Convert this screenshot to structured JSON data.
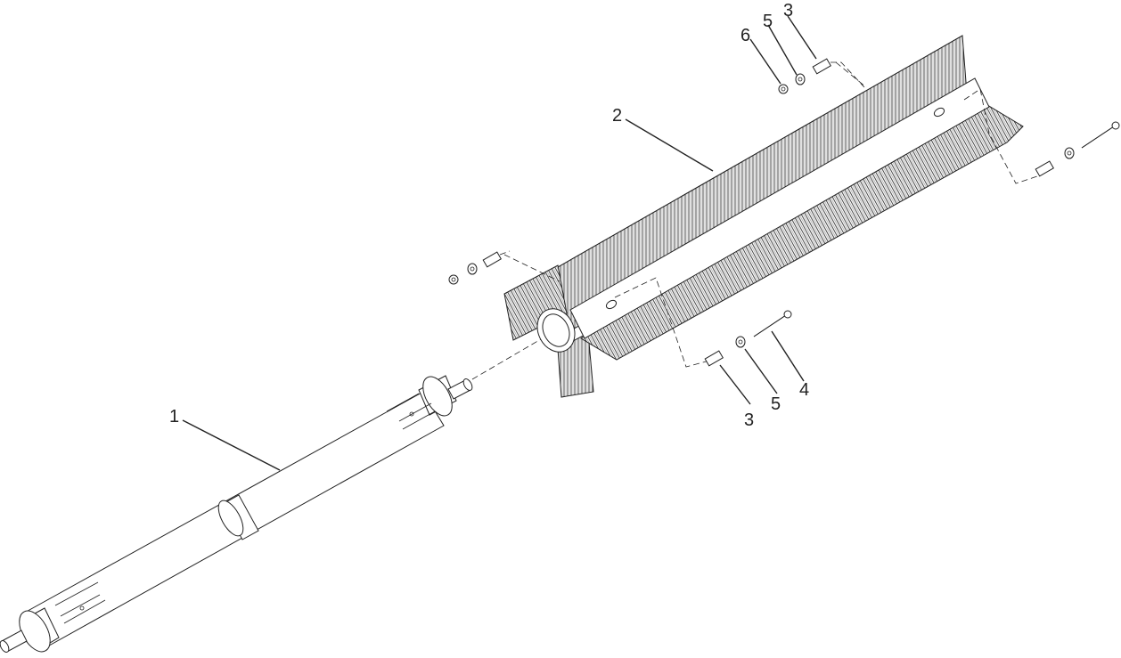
{
  "callouts": [
    {
      "id": "c1",
      "label": "1"
    },
    {
      "id": "c2",
      "label": "2"
    },
    {
      "id": "c3a",
      "label": "3"
    },
    {
      "id": "c3b",
      "label": "3"
    },
    {
      "id": "c4",
      "label": "4"
    },
    {
      "id": "c5a",
      "label": "5"
    },
    {
      "id": "c5b",
      "label": "5"
    },
    {
      "id": "c6",
      "label": "6"
    }
  ]
}
